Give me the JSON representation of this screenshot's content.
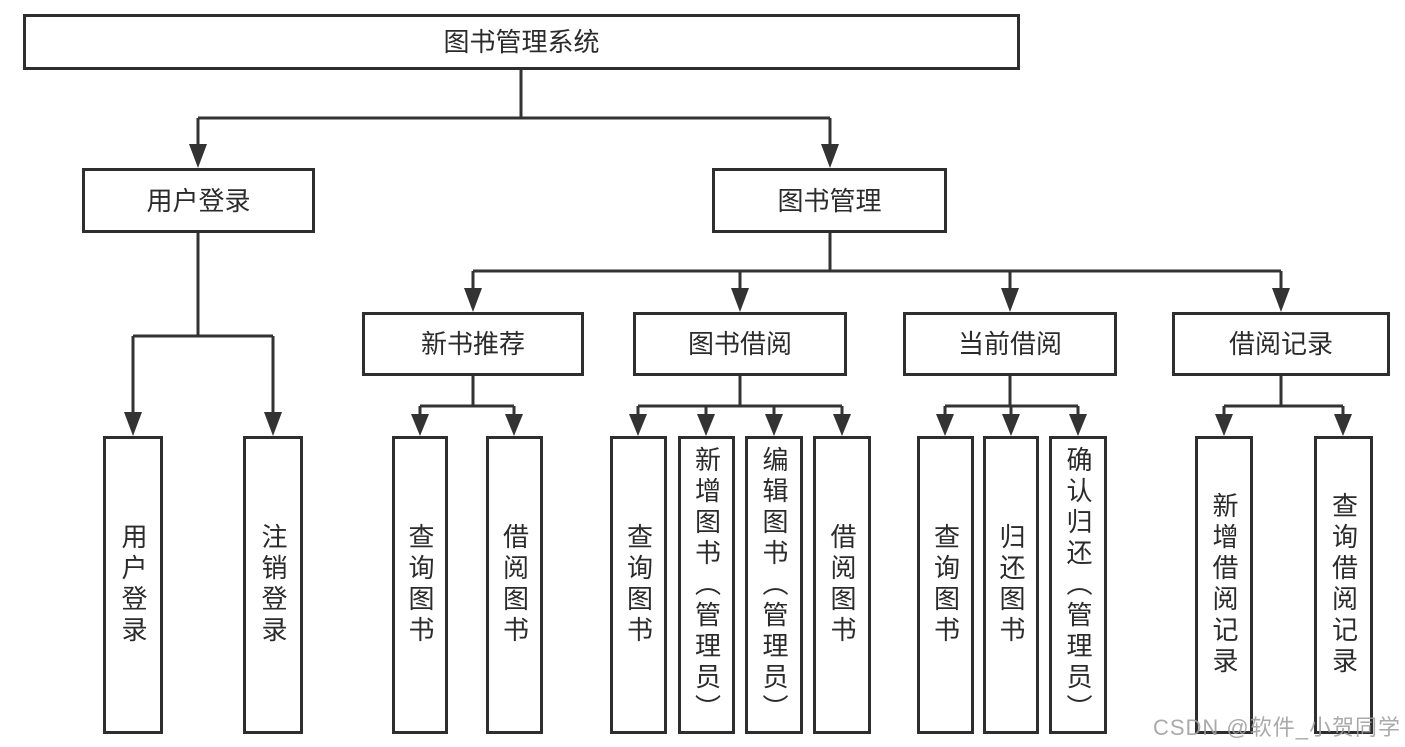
{
  "diagram": {
    "root": {
      "label": "图书管理系统"
    },
    "branches": [
      {
        "label": "用户登录",
        "children": [
          {
            "label": "用户登录"
          },
          {
            "label": "注销登录"
          }
        ]
      },
      {
        "label": "图书管理",
        "children": [
          {
            "label": "新书推荐",
            "children": [
              {
                "label": "查询图书"
              },
              {
                "label": "借阅图书"
              }
            ]
          },
          {
            "label": "图书借阅",
            "children": [
              {
                "label": "查询图书"
              },
              {
                "label": "新增图书（管理员）"
              },
              {
                "label": "编辑图书（管理员）"
              },
              {
                "label": "借阅图书"
              }
            ]
          },
          {
            "label": "当前借阅",
            "children": [
              {
                "label": "查询图书"
              },
              {
                "label": "归还图书"
              },
              {
                "label": "确认归还（管理员）"
              }
            ]
          },
          {
            "label": "借阅记录",
            "children": [
              {
                "label": "新增借阅记录"
              },
              {
                "label": "查询借阅记录"
              }
            ]
          }
        ]
      }
    ]
  },
  "watermark": {
    "text": "CSDN @软件_小贺同学",
    "color": "#9e9e9e"
  },
  "colors": {
    "line": "#333333",
    "box_border": "#2e2e2e",
    "text": "#2b2b2b",
    "background": "#ffffff"
  }
}
